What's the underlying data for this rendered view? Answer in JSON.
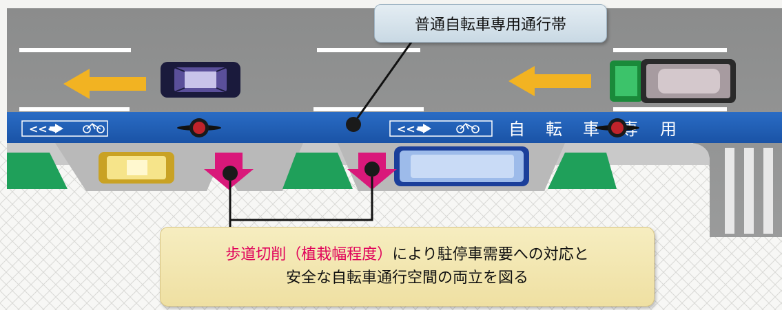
{
  "callout_top": {
    "text": "普通自転車専用通行帯"
  },
  "callout_bottom": {
    "line1_highlight": "歩道切削（植栽幅程度）",
    "line1_rest": "により駐停車需要への対応と",
    "line2": "安全な自転車通行空間の両立を図る"
  },
  "lane_markings": {
    "chevrons_left": "<<<",
    "chevrons_mid": "<<<",
    "lane_characters": [
      "自",
      "転",
      "車",
      "専",
      "用"
    ]
  },
  "colors": {
    "road": "#8f9090",
    "bike_lane": "#1f5fb5",
    "sidewalk_curb": "#d2d2d2",
    "planting": "#1fa05a",
    "arrow": "#f2b322",
    "parking_marker": "#d9187a",
    "highlight_text": "#e0005a"
  },
  "icons": [
    "left-arrow-icon",
    "bicycle-icon",
    "cyclist-icon",
    "parking-down-arrow-icon"
  ]
}
